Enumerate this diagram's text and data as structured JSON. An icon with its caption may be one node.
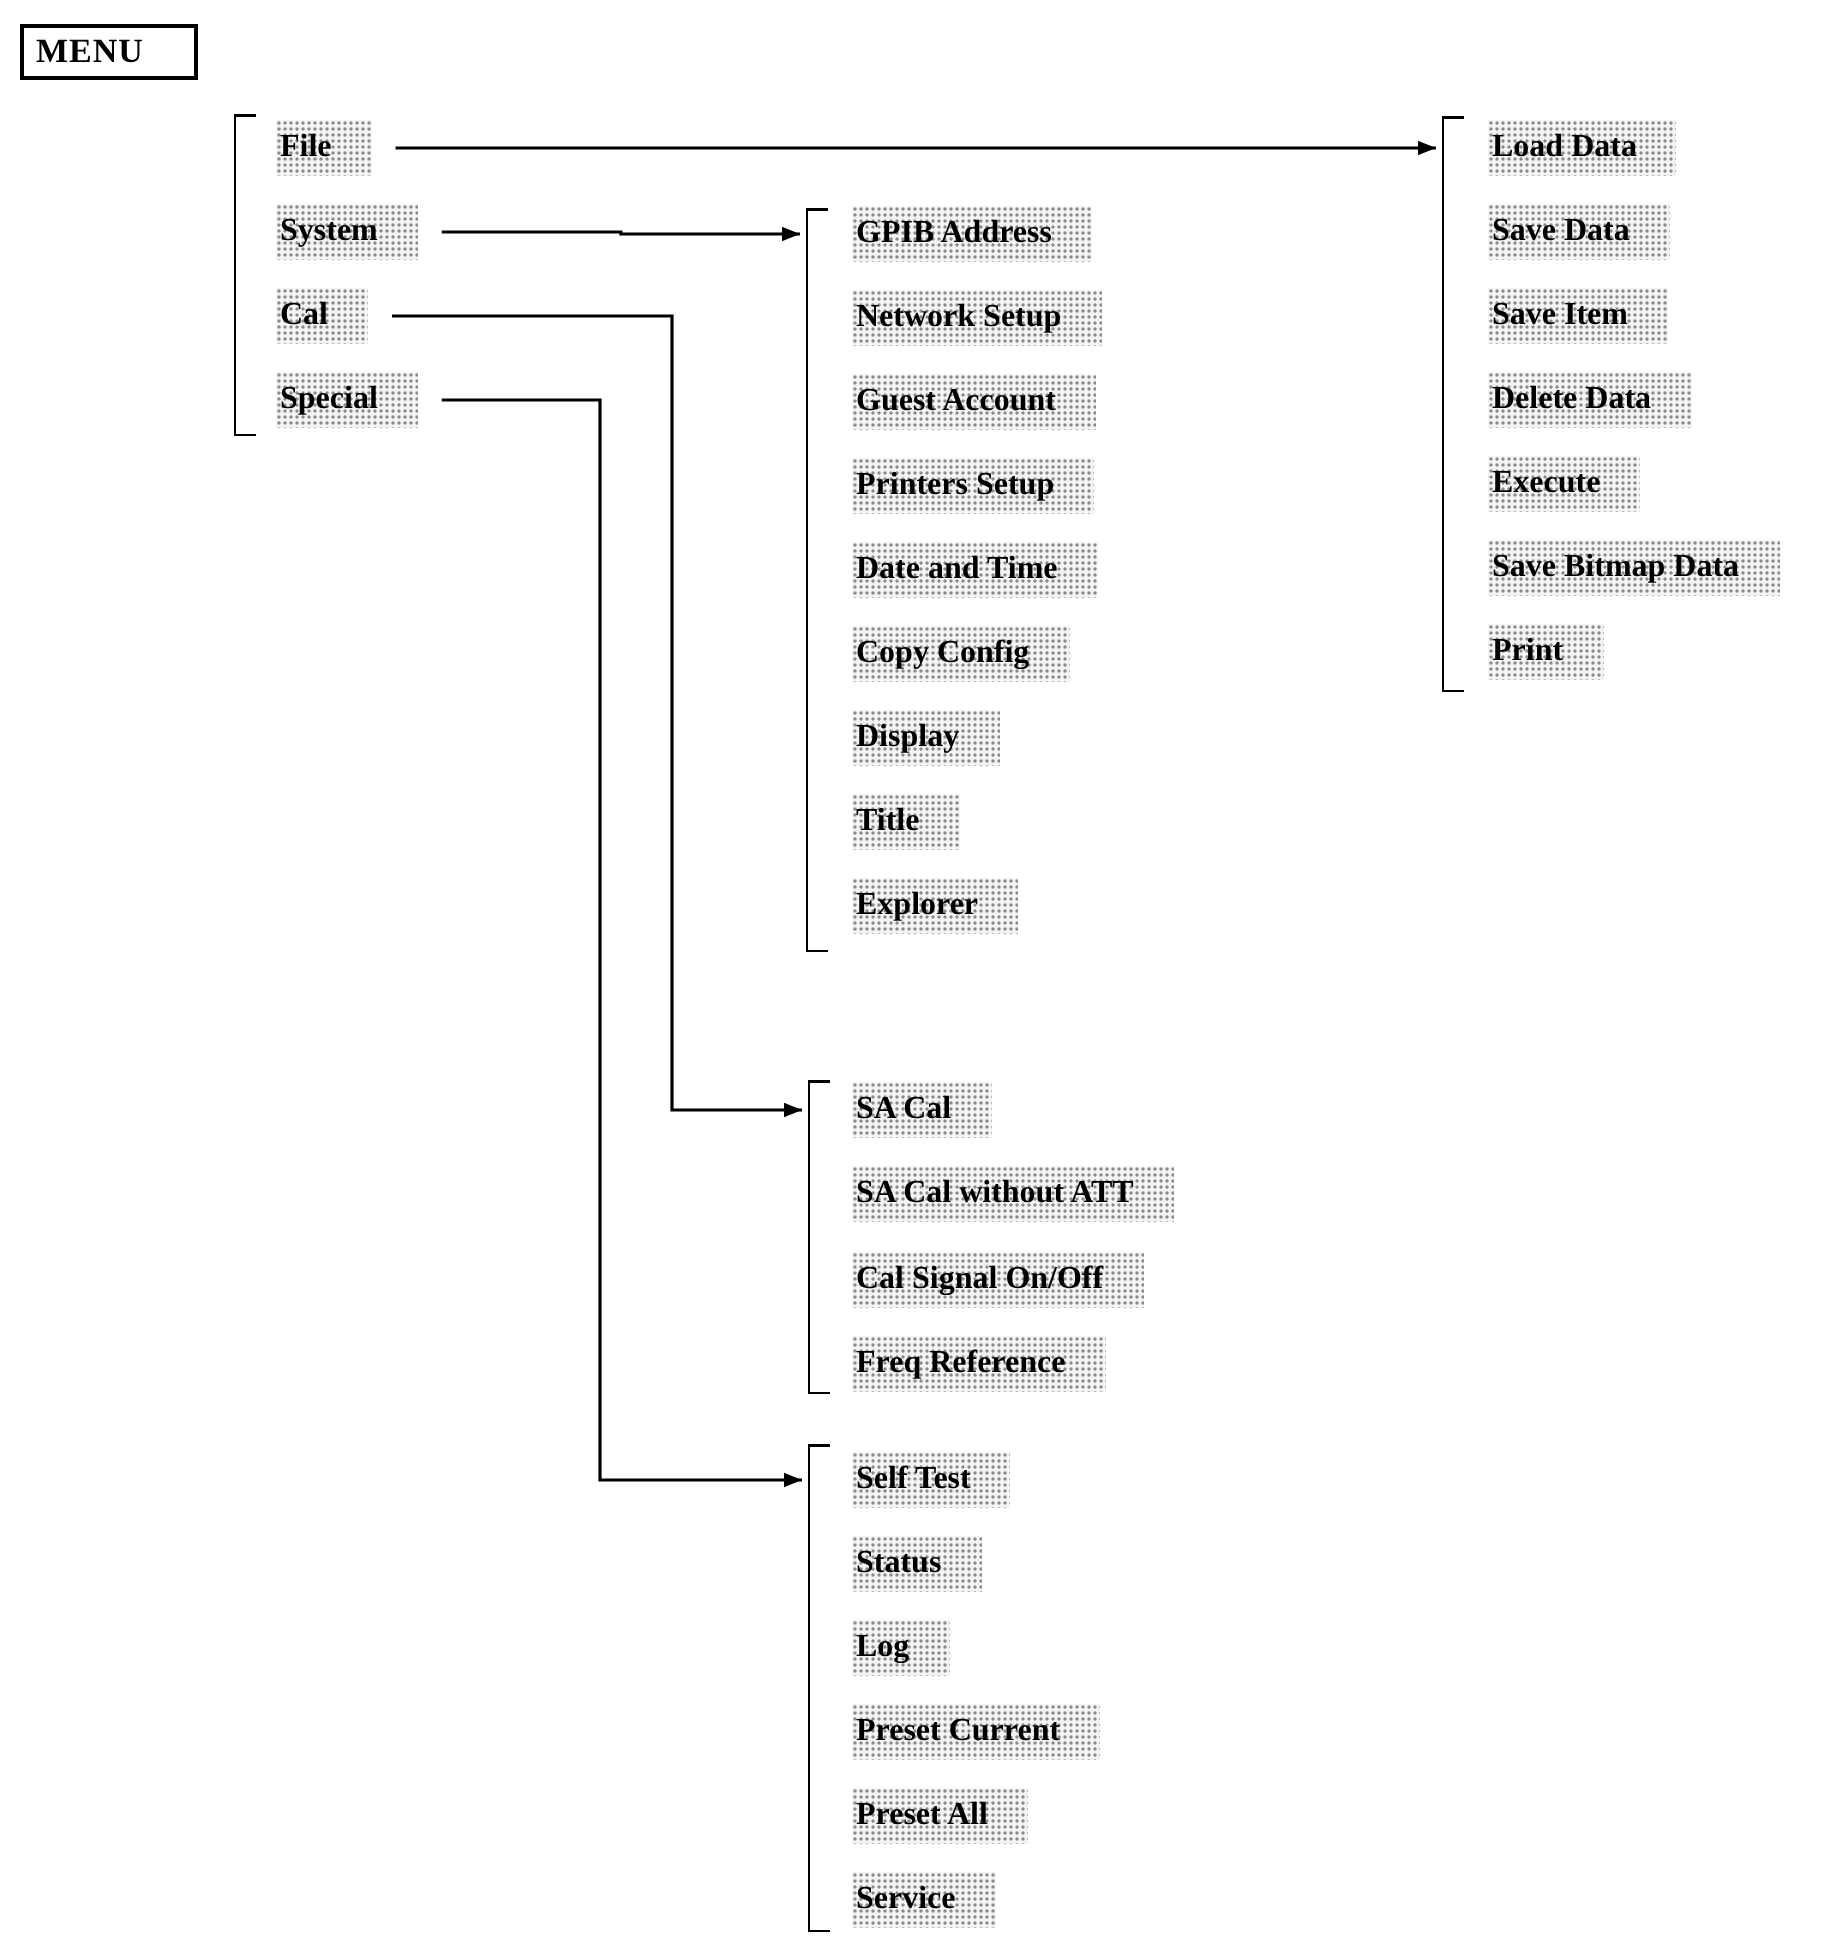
{
  "diagram": {
    "nodes": [
      {
        "text": [
          "MENU"
        ]
      },
      {
        "text": [],
        "shape": "bracket"
      },
      {
        "text": [
          "File"
        ],
        "in": 1
      },
      {
        "text": [
          "System"
        ],
        "in": 1
      },
      {
        "text": [
          "Cal"
        ],
        "in": 1
      },
      {
        "text": [
          "Special"
        ],
        "in": 1
      },
      {
        "text": [],
        "shape": "bracket"
      },
      {
        "text": [
          "Load Data"
        ],
        "in": 6
      },
      {
        "text": [
          "Save Data"
        ],
        "in": 6
      },
      {
        "text": [
          "Save Item"
        ],
        "in": 6
      },
      {
        "text": [
          "Delete Data"
        ],
        "in": 6
      },
      {
        "text": [
          "Execute"
        ],
        "in": 6
      },
      {
        "text": [
          "Save Bitmap Data"
        ],
        "in": 6
      },
      {
        "text": [
          "Print"
        ],
        "in": 6
      },
      {
        "text": [],
        "shape": "bracket"
      },
      {
        "text": [
          "GPIB Address"
        ],
        "in": 14
      },
      {
        "text": [
          "Network Setup"
        ],
        "in": 14
      },
      {
        "text": [
          "Guest Account"
        ],
        "in": 14
      },
      {
        "text": [
          "Printers Setup"
        ],
        "in": 14
      },
      {
        "text": [
          "Date and Time"
        ],
        "in": 14
      },
      {
        "text": [
          "Copy Config"
        ],
        "in": 14
      },
      {
        "text": [
          "Display"
        ],
        "in": 14
      },
      {
        "text": [
          "Title"
        ],
        "in": 14
      },
      {
        "text": [
          "Explorer"
        ],
        "in": 14
      },
      {
        "text": [],
        "shape": "bracket"
      },
      {
        "text": [
          "SA Cal"
        ],
        "in": 24
      },
      {
        "text": [
          "SA Cal without ATT"
        ],
        "in": 24
      },
      {
        "text": [
          "Cal Signal On/Off"
        ],
        "in": 24
      },
      {
        "text": [
          "Freq Reference"
        ],
        "in": 24
      },
      {
        "text": [],
        "shape": "bracket"
      },
      {
        "text": [
          "Self Test"
        ],
        "in": 29
      },
      {
        "text": [
          "Status"
        ],
        "in": 29
      },
      {
        "text": [
          "Log"
        ],
        "in": 29
      },
      {
        "text": [
          "Preset Current"
        ],
        "in": 29
      },
      {
        "text": [
          "Preset All"
        ],
        "in": 29
      },
      {
        "text": [
          "Service"
        ],
        "in": 29
      }
    ],
    "edges": [
      {
        "from": 2,
        "to": 6,
        "arrow": "to"
      },
      {
        "from": 3,
        "to": 14,
        "arrow": "to"
      },
      {
        "from": 4,
        "to": 24,
        "arrow": "to"
      },
      {
        "from": 5,
        "to": 29,
        "arrow": "to"
      }
    ]
  }
}
